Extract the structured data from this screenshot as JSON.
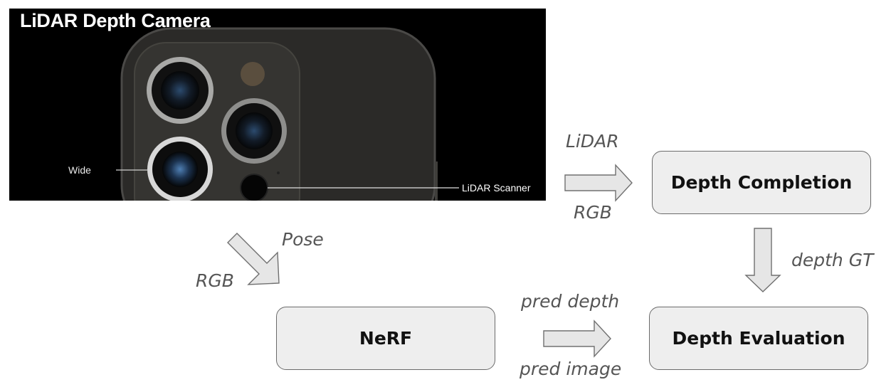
{
  "photo": {
    "title": "LiDAR Depth Camera",
    "label_wide": "Wide",
    "label_lidar": "LiDAR Scanner"
  },
  "boxes": {
    "depth_completion": "Depth Completion",
    "nerf": "NeRF",
    "depth_evaluation": "Depth Evaluation"
  },
  "edges": {
    "lidar": "LiDAR",
    "rgb_to_completion": "RGB",
    "pose": "Pose",
    "rgb_to_nerf": "RGB",
    "depth_gt": "depth GT",
    "pred_depth": "pred depth",
    "pred_image": "pred image"
  },
  "colors": {
    "box_fill": "#eeeeee",
    "box_border": "#6b6b6b",
    "arrow_fill": "#e6e6e6",
    "arrow_stroke": "#707070",
    "label_text": "#555555"
  }
}
